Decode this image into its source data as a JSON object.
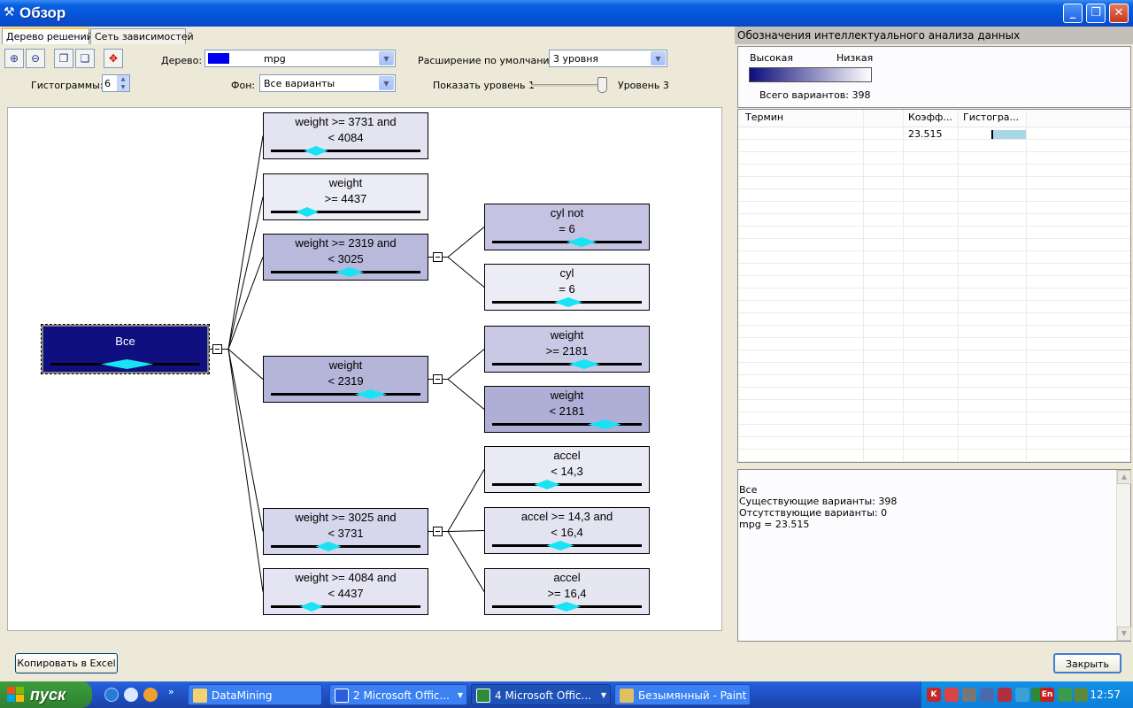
{
  "window": {
    "title": "Обзор",
    "min": "_",
    "max": "❐",
    "close": "✕"
  },
  "tabs": [
    {
      "label": "Дерево решений"
    },
    {
      "label": "Сеть зависимостей"
    }
  ],
  "toolbar": {
    "tree_label": "Дерево:",
    "tree_value": "mpg",
    "tree_color": "#0000ee",
    "expand_label": "Расширение по умолчанию:",
    "expand_value": "3 уровня",
    "hist_label": "Гистограммы:",
    "hist_value": "6",
    "bg_label": "Фон:",
    "bg_value": "Все варианты",
    "show_level_label": "Показать уровень 1",
    "level_end_label": "Уровень 3"
  },
  "tree": {
    "root": {
      "line1": "Все",
      "line2": ""
    },
    "nodes": [
      {
        "line1": "weight >= 3731 and",
        "line2": "< 4084",
        "color": "#e3e3f1",
        "hist": 0.3
      },
      {
        "line1": "weight",
        "line2": ">= 4437",
        "color": "#ececf6",
        "hist": 0.24
      },
      {
        "line1": "weight >= 2319 and",
        "line2": "< 3025",
        "color": "#b9b9dc",
        "hist": 0.52
      },
      {
        "line1": "weight",
        "line2": "< 2319",
        "color": "#b5b5da",
        "hist": 0.66
      },
      {
        "line1": "weight >= 3025 and",
        "line2": "< 3731",
        "color": "#d6d6ec",
        "hist": 0.38
      },
      {
        "line1": "weight >= 4084 and",
        "line2": "< 4437",
        "color": "#e4e4f2",
        "hist": 0.27
      },
      {
        "line1": "cyl not",
        "line2": "= 6",
        "color": "#c4c4e2",
        "hist": 0.59
      },
      {
        "line1": "cyl",
        "line2": "= 6",
        "color": "#ececf6",
        "hist": 0.5
      },
      {
        "line1": "weight",
        "line2": ">= 2181",
        "color": "#c9c9e5",
        "hist": 0.61
      },
      {
        "line1": "weight",
        "line2": "< 2181",
        "color": "#aeaed6",
        "hist": 0.74
      },
      {
        "line1": "accel",
        "line2": "< 14,3",
        "color": "#eaeaf5",
        "hist": 0.36
      },
      {
        "line1": "accel >= 14,3 and",
        "line2": "< 16,4",
        "color": "#e3e3f1",
        "hist": 0.45
      },
      {
        "line1": "accel",
        "line2": ">= 16,4",
        "color": "#e6e6f3",
        "hist": 0.49
      }
    ]
  },
  "right_panel": {
    "title": "Обозначения интеллектуального анализа данных",
    "legend_high": "Высокая",
    "legend_low": "Низкая",
    "total_cases": "Всего вариантов: 398",
    "columns": [
      "Термин",
      "",
      "Коэфф...",
      "Гистогра..."
    ],
    "rows": [
      {
        "term": "",
        "blank": "",
        "coef": "23.515"
      }
    ],
    "detail": [
      "Все",
      "Существующие варианты: 398",
      "Отсутствующие варианты: 0",
      "mpg = 23.515"
    ]
  },
  "buttons": {
    "copy_excel": "Копировать в Excel",
    "close": "Закрыть"
  },
  "taskbar": {
    "start": "пуск",
    "tasks": [
      {
        "label": "DataMining"
      },
      {
        "label": "2 Microsoft Offic..."
      },
      {
        "label": "4 Microsoft Offic..."
      },
      {
        "label": "Безымянный - Paint"
      }
    ],
    "lang": "En",
    "clock": "12:57"
  }
}
